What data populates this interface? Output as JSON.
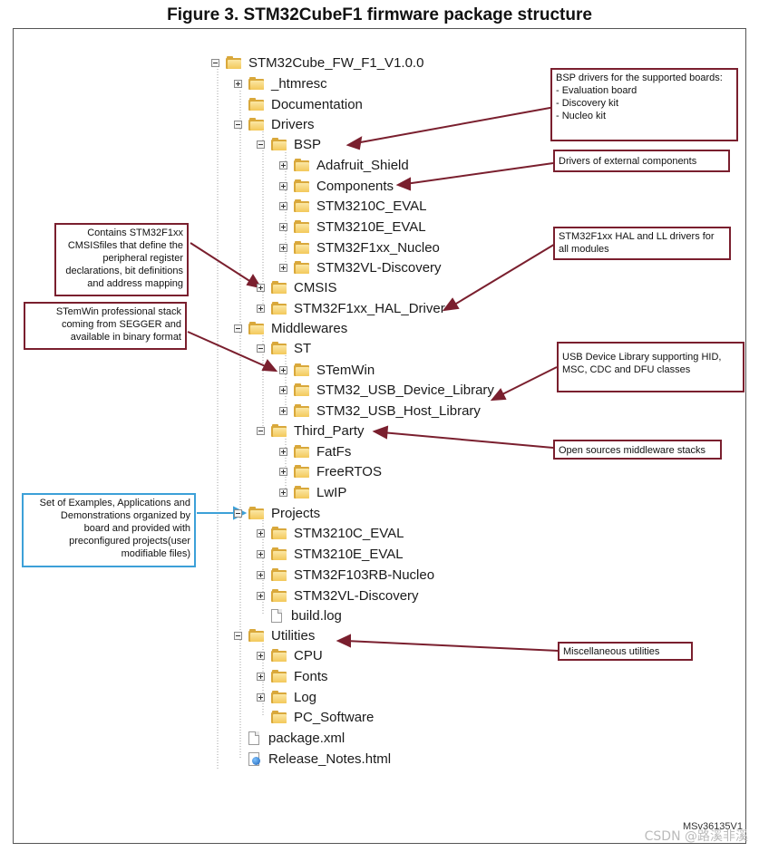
{
  "figure_title": "Figure 3. STM32CubeF1 firmware package structure",
  "tree": {
    "root": "STM32Cube_FW_F1_V1.0.0",
    "htmresc": "_htmresc",
    "documentation": "Documentation",
    "drivers": "Drivers",
    "bsp": "BSP",
    "adafruit": "Adafruit_Shield",
    "components": "Components",
    "stm3210c": "STM3210C_EVAL",
    "stm3210e": "STM3210E_EVAL",
    "f1xx_nucleo": "STM32F1xx_Nucleo",
    "vl_discovery": "STM32VL-Discovery",
    "cmsis": "CMSIS",
    "hal_driver": "STM32F1xx_HAL_Driver",
    "middlewares": "Middlewares",
    "st": "ST",
    "stemwin": "STemWin",
    "usb_device": "STM32_USB_Device_Library",
    "usb_host": "STM32_USB_Host_Library",
    "third_party": "Third_Party",
    "fatfs": "FatFs",
    "freertos": "FreeRTOS",
    "lwip": "LwIP",
    "projects": "Projects",
    "p_stm3210c": "STM3210C_EVAL",
    "p_stm3210e": "STM3210E_EVAL",
    "p_f103rb": "STM32F103RB-Nucleo",
    "p_vl": "STM32VL-Discovery",
    "build_log": "build.log",
    "utilities": "Utilities",
    "cpu": "CPU",
    "fonts": "Fonts",
    "log": "Log",
    "pc_software": "PC_Software",
    "package_xml": "package.xml",
    "release_notes": "Release_Notes.html"
  },
  "callouts": {
    "bsp": [
      "BSP drivers for the supported boards:",
      "- Evaluation board",
      "- Discovery kit",
      "- Nucleo kit"
    ],
    "components": [
      "Drivers of external components"
    ],
    "hal": [
      "STM32F1xx HAL and LL drivers for",
      "all modules"
    ],
    "cmsis": [
      "Contains STM32F1xx",
      "CMSISfiles that define the",
      "peripheral register",
      "declarations, bit definitions",
      "and address mapping"
    ],
    "stemwin": [
      "STemWin professional stack",
      "coming from SEGGER and",
      "available in binary format"
    ],
    "usb": [
      "USB Device Library supporting HID,",
      "MSC, CDC and DFU classes"
    ],
    "third_party": [
      "Open sources middleware stacks"
    ],
    "projects": [
      "Set of Examples, Applications and",
      "Demonstrations organized by",
      "board and provided with",
      "preconfigured projects(user",
      "modifiable files)"
    ],
    "utilities": [
      "Miscellaneous utilities"
    ]
  },
  "colors": {
    "callout_border": "#7a1f2e",
    "projects_border": "#3ca0d8",
    "folder": "#f3c85a"
  },
  "doc_code": "MSv36135V1",
  "watermark": "CSDN @路溪非溪"
}
